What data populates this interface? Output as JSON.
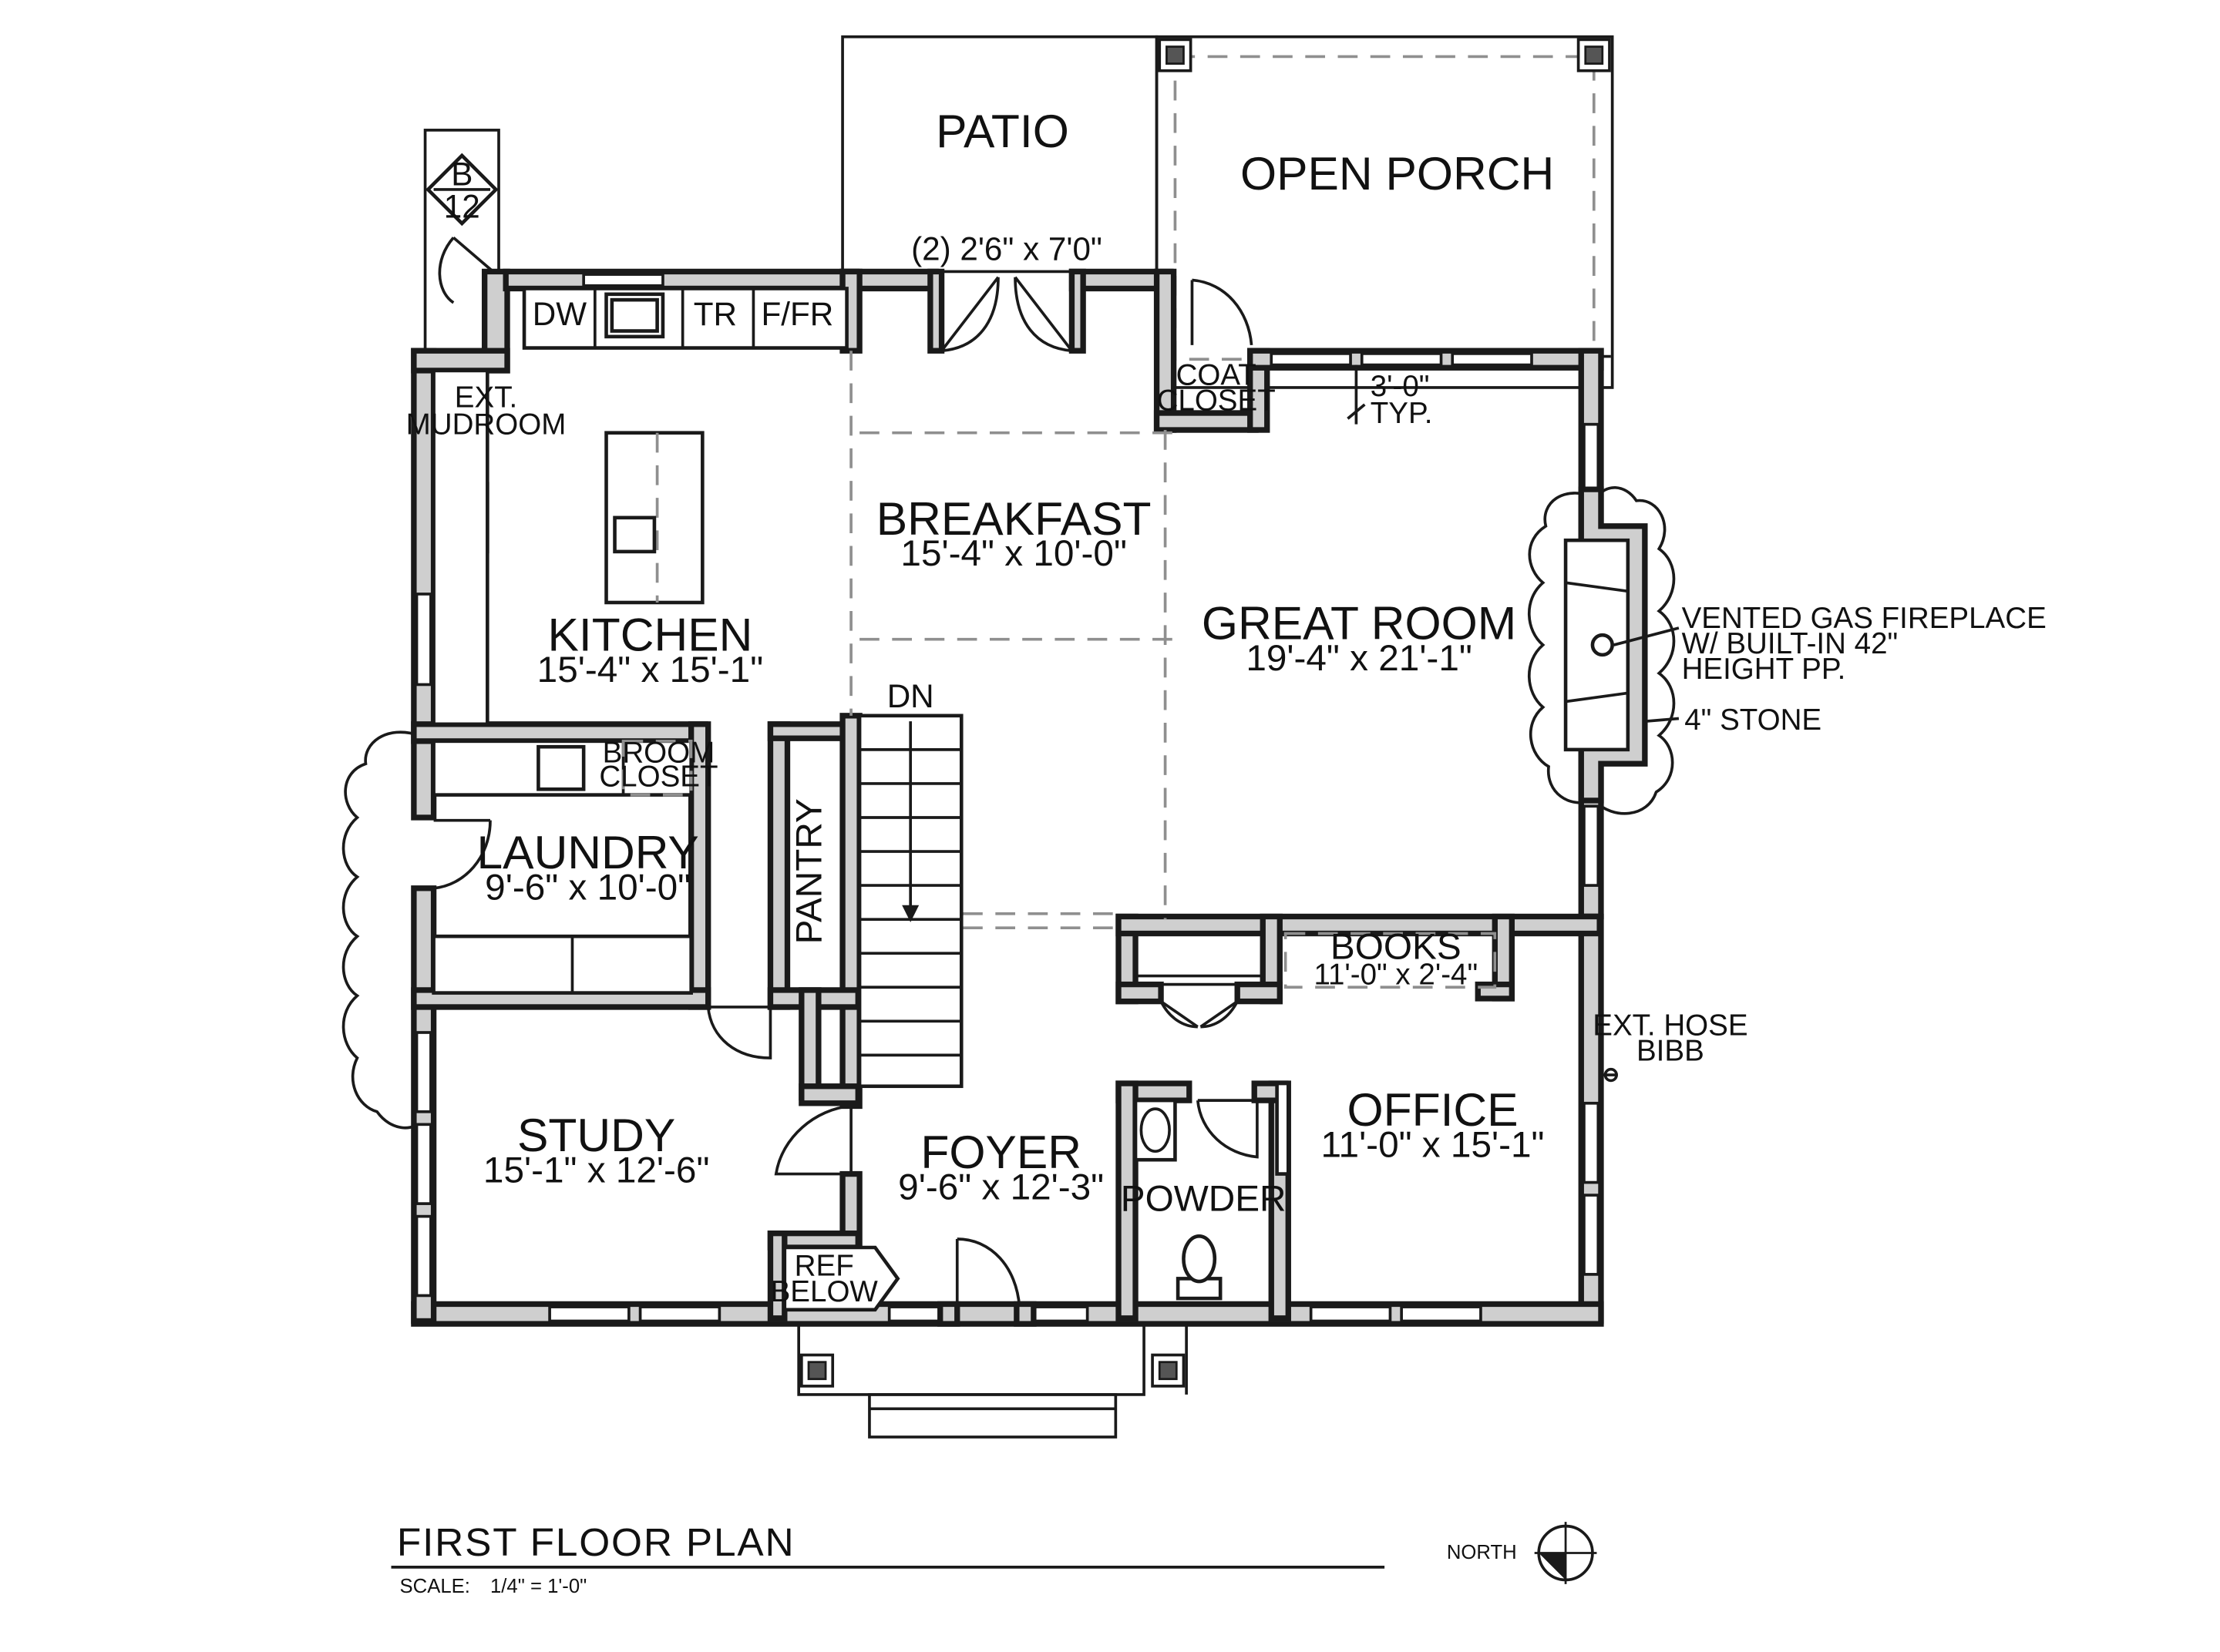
{
  "rooms": {
    "patio": {
      "name": "PATIO"
    },
    "open_porch": {
      "name": "OPEN PORCH"
    },
    "breakfast": {
      "name": "BREAKFAST",
      "size": "15'-4\" x 10'-0\""
    },
    "kitchen": {
      "name": "KITCHEN",
      "size": "15'-4\" x 15'-1\""
    },
    "great_room": {
      "name": "GREAT ROOM",
      "size": "19'-4\" x 21'-1\""
    },
    "laundry": {
      "name": "LAUNDRY",
      "size": "9'-6\" x 10'-0\""
    },
    "pantry": {
      "name": "PANTRY"
    },
    "books": {
      "name": "BOOKS",
      "size": "11'-0\" x 2'-4\""
    },
    "office": {
      "name": "OFFICE",
      "size": "11'-0\" x 15'-1\""
    },
    "study": {
      "name": "STUDY",
      "size": "15'-1\" x 12'-6\""
    },
    "foyer": {
      "name": "FOYER",
      "size": "9'-6\" x 12'-3\""
    },
    "powder": {
      "name": "POWDER"
    }
  },
  "labels": {
    "ext_mudroom": [
      "EXT.",
      "MUDROOM"
    ],
    "coat_closet": [
      "COAT",
      "CLOSET"
    ],
    "broom_closet": [
      "BROOM",
      "CLOSET"
    ],
    "ref_below": [
      "REF",
      "BELOW"
    ],
    "ext_hose_bibb": [
      "EXT. HOSE",
      "BIBB"
    ],
    "dn": "DN",
    "door_note": "(2) 2'6\" x 7'0\"",
    "window_dim": "3'-0\"",
    "window_typ": "TYP.",
    "fireplace_note": [
      "VENTED GAS FIREPLACE",
      "W/ BUILT-IN 42\"",
      "HEIGHT PP."
    ],
    "stone_note": "4\" STONE",
    "dw": "DW",
    "tr": "TR",
    "ffr": "F/FR"
  },
  "section_marker": {
    "letter": "B",
    "number": "12"
  },
  "title_block": {
    "title": "FIRST FLOOR PLAN",
    "scale_label": "SCALE:",
    "scale_value": "1/4\" = 1'-0\"",
    "north": "NORTH"
  },
  "colors": {
    "wall_fill": "#cfcfcf",
    "line": "#1a1a1a",
    "dashed": "#8f8f8f"
  }
}
